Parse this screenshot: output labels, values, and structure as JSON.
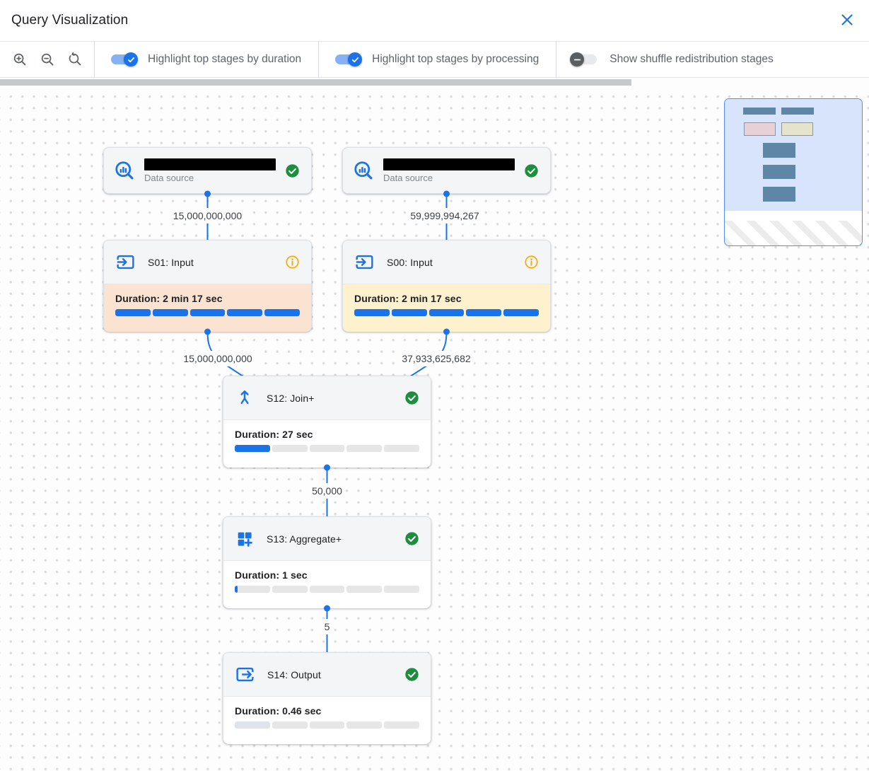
{
  "window": {
    "title": "Query Visualization"
  },
  "toolbar": {
    "zoom_buttons": [
      {
        "name": "zoom-in",
        "label": "Zoom in"
      },
      {
        "name": "zoom-out",
        "label": "Zoom out"
      },
      {
        "name": "zoom-reset",
        "label": "Reset zoom"
      }
    ],
    "toggles": [
      {
        "label": "Highlight top stages by duration",
        "on": true
      },
      {
        "label": "Highlight top stages by processing",
        "on": true
      },
      {
        "label": "Show shuffle redistribution stages",
        "on": false
      }
    ]
  },
  "colors": {
    "accent_blue": "#1a73e8",
    "success_green": "#1e8e3e",
    "info_amber": "#f9ab00",
    "duration_highlight": "#fbe3d1",
    "processing_highlight": "#fdf2cd"
  },
  "graph": {
    "sources": [
      {
        "id": "ds1",
        "type_label": "Data source",
        "name_redacted": true,
        "status": "success"
      },
      {
        "id": "ds2",
        "type_label": "Data source",
        "name_redacted": true,
        "status": "success"
      }
    ],
    "stages": [
      {
        "id": "s01",
        "title": "S01: Input",
        "icon": "input",
        "status": "info",
        "body_bg": "#fbe3d1",
        "duration": "Duration: 2 min 17 sec",
        "progress": 1
      },
      {
        "id": "s00",
        "title": "S00: Input",
        "icon": "input",
        "status": "info",
        "body_bg": "#fdf2cd",
        "duration": "Duration: 2 min 17 sec",
        "progress": 1
      },
      {
        "id": "s12",
        "title": "S12: Join+",
        "icon": "join",
        "status": "success",
        "body_bg": "#ffffff",
        "duration": "Duration: 27 sec",
        "progress": 0.2
      },
      {
        "id": "s13",
        "title": "S13: Aggregate+",
        "icon": "aggregate",
        "status": "success",
        "body_bg": "#ffffff",
        "duration": "Duration: 1 sec",
        "progress": 0.015
      },
      {
        "id": "s14",
        "title": "S14: Output",
        "icon": "output",
        "status": "success",
        "body_bg": "#ffffff",
        "duration": "Duration: 0.46 sec",
        "progress": 0,
        "first_segment_tint": "#dee4eb"
      }
    ],
    "edges": [
      {
        "from": "ds1",
        "to": "s01",
        "label": "15,000,000,000"
      },
      {
        "from": "ds2",
        "to": "s00",
        "label": "59,999,994,267"
      },
      {
        "from": "s01",
        "to": "s12",
        "label": "15,000,000,000"
      },
      {
        "from": "s00",
        "to": "s12",
        "label": "37,933,625,682"
      },
      {
        "from": "s12",
        "to": "s13",
        "label": "50,000"
      },
      {
        "from": "s13",
        "to": "s14",
        "label": "5"
      }
    ]
  },
  "minimap": {
    "colors": {
      "node": "#5d87a5",
      "s01": "#e8d0d6",
      "s00": "#e5e4ca",
      "outline": "#7f98ad",
      "viewport_fill": "#d7e4fc",
      "border": "#4f8ef7"
    }
  }
}
